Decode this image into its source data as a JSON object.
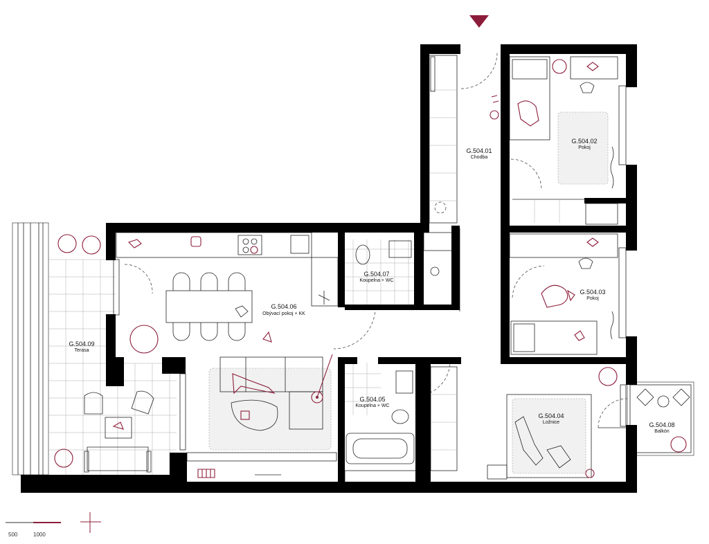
{
  "plan": {
    "accent_color": "#8c1d3a",
    "wall_color": "#000000",
    "entrance_marker": "triangle-down-icon",
    "rooms": [
      {
        "id": "r01",
        "code": "G.504.01",
        "name": "Chodba"
      },
      {
        "id": "r02",
        "code": "G.504.02",
        "name": "Pokoj"
      },
      {
        "id": "r03",
        "code": "G.504.03",
        "name": "Pokoj"
      },
      {
        "id": "r04",
        "code": "G.504.04",
        "name": "Ložnice"
      },
      {
        "id": "r05",
        "code": "G.504.05",
        "name": "Koupelna + WC"
      },
      {
        "id": "r06",
        "code": "G.504.06",
        "name": "Obývací pokoj + KK"
      },
      {
        "id": "r07",
        "code": "G.504.07",
        "name": "Koupelna + WC"
      },
      {
        "id": "r08",
        "code": "G.504.08",
        "name": "Balkón"
      },
      {
        "id": "r09",
        "code": "G.504.09",
        "name": "Terasa"
      }
    ]
  },
  "scale": {
    "label_a": "500",
    "label_b": "1000"
  }
}
